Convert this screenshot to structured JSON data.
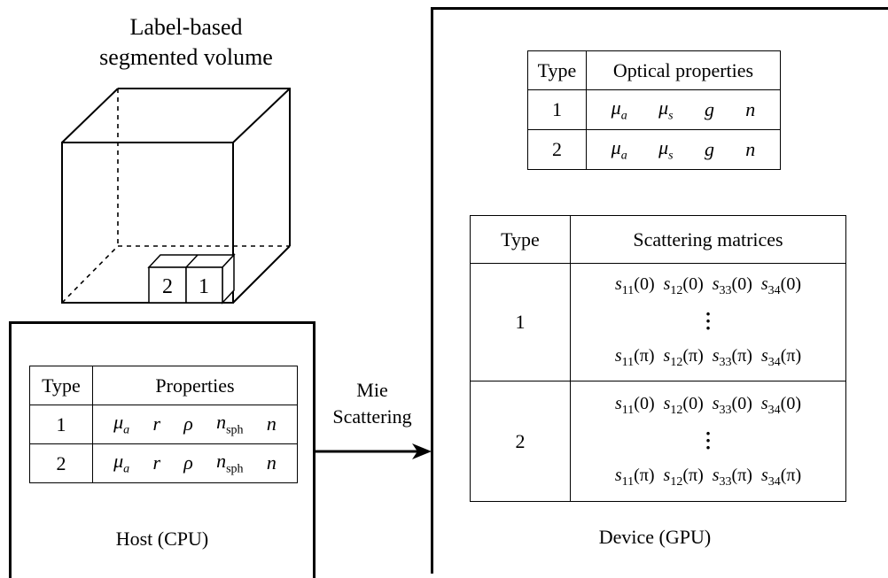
{
  "volume": {
    "title_line1": "Label-based",
    "title_line2": "segmented volume",
    "voxel_labels": [
      "2",
      "1"
    ]
  },
  "host": {
    "label": "Host (CPU)",
    "table": {
      "headers": [
        "Type",
        "Properties"
      ],
      "rows": [
        {
          "type": "1",
          "props": [
            [
              "μ",
              "a"
            ],
            [
              "r",
              ""
            ],
            [
              "ρ",
              ""
            ],
            [
              "n",
              "sph"
            ],
            [
              "n",
              ""
            ]
          ]
        },
        {
          "type": "2",
          "props": [
            [
              "μ",
              "a"
            ],
            [
              "r",
              ""
            ],
            [
              "ρ",
              ""
            ],
            [
              "n",
              "sph"
            ],
            [
              "n",
              ""
            ]
          ]
        }
      ]
    }
  },
  "arrow": {
    "line1": "Mie",
    "line2": "Scattering"
  },
  "device": {
    "label": "Device (GPU)",
    "optical_table": {
      "headers": [
        "Type",
        "Optical properties"
      ],
      "rows": [
        {
          "type": "1",
          "props": [
            [
              "μ",
              "a"
            ],
            [
              "μ",
              "s"
            ],
            [
              "g",
              ""
            ],
            [
              "n",
              ""
            ]
          ]
        },
        {
          "type": "2",
          "props": [
            [
              "μ",
              "a"
            ],
            [
              "μ",
              "s"
            ],
            [
              "g",
              ""
            ],
            [
              "n",
              ""
            ]
          ]
        }
      ]
    },
    "scatter_table": {
      "headers": [
        "Type",
        "Scattering matrices"
      ],
      "rows": [
        {
          "type": "1",
          "first": [
            [
              "s",
              "11",
              "(0)"
            ],
            [
              "s",
              "12",
              "(0)"
            ],
            [
              "s",
              "33",
              "(0)"
            ],
            [
              "s",
              "34",
              "(0)"
            ]
          ],
          "last": [
            [
              "s",
              "11",
              "(π)"
            ],
            [
              "s",
              "12",
              "(π)"
            ],
            [
              "s",
              "33",
              "(π)"
            ],
            [
              "s",
              "34",
              "(π)"
            ]
          ]
        },
        {
          "type": "2",
          "first": [
            [
              "s",
              "11",
              "(0)"
            ],
            [
              "s",
              "12",
              "(0)"
            ],
            [
              "s",
              "33",
              "(0)"
            ],
            [
              "s",
              "34",
              "(0)"
            ]
          ],
          "last": [
            [
              "s",
              "11",
              "(π)"
            ],
            [
              "s",
              "12",
              "(π)"
            ],
            [
              "s",
              "33",
              "(π)"
            ],
            [
              "s",
              "34",
              "(π)"
            ]
          ]
        }
      ]
    }
  }
}
